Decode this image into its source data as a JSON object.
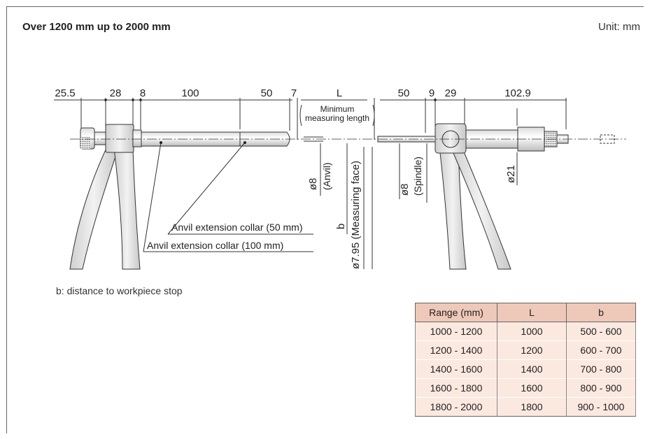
{
  "header": {
    "title": "Over 1200 mm up to 2000 mm",
    "unit": "Unit: mm"
  },
  "dimensions": {
    "top": [
      "25.5",
      "28",
      "8",
      "100",
      "50",
      "7",
      "L",
      "50",
      "9",
      "29",
      "102.9"
    ],
    "min_length_line1": "Minimum",
    "min_length_line2": "measuring length",
    "anvil_dia": "ø8",
    "anvil_label": "(Anvil)",
    "b": "b",
    "measuring_face": "ø7.95 (Measuring face)",
    "spindle_dia": "ø8",
    "spindle_label": "(Spindle)",
    "thimble_dia": "ø21"
  },
  "callouts": {
    "collar_50": "Anvil extension collar (50 mm)",
    "collar_100": "Anvil extension collar (100 mm)"
  },
  "note": "b: distance to workpiece stop",
  "table": {
    "headers": [
      "Range (mm)",
      "L",
      "b"
    ],
    "rows": [
      [
        "1000 - 1200",
        "1000",
        "500 - 600"
      ],
      [
        "1200 - 1400",
        "1200",
        "600 - 700"
      ],
      [
        "1400 - 1600",
        "1400",
        "700 - 800"
      ],
      [
        "1600 - 1800",
        "1600",
        "800 - 900"
      ],
      [
        "1800 - 2000",
        "1800",
        "900 - 1000"
      ]
    ]
  }
}
